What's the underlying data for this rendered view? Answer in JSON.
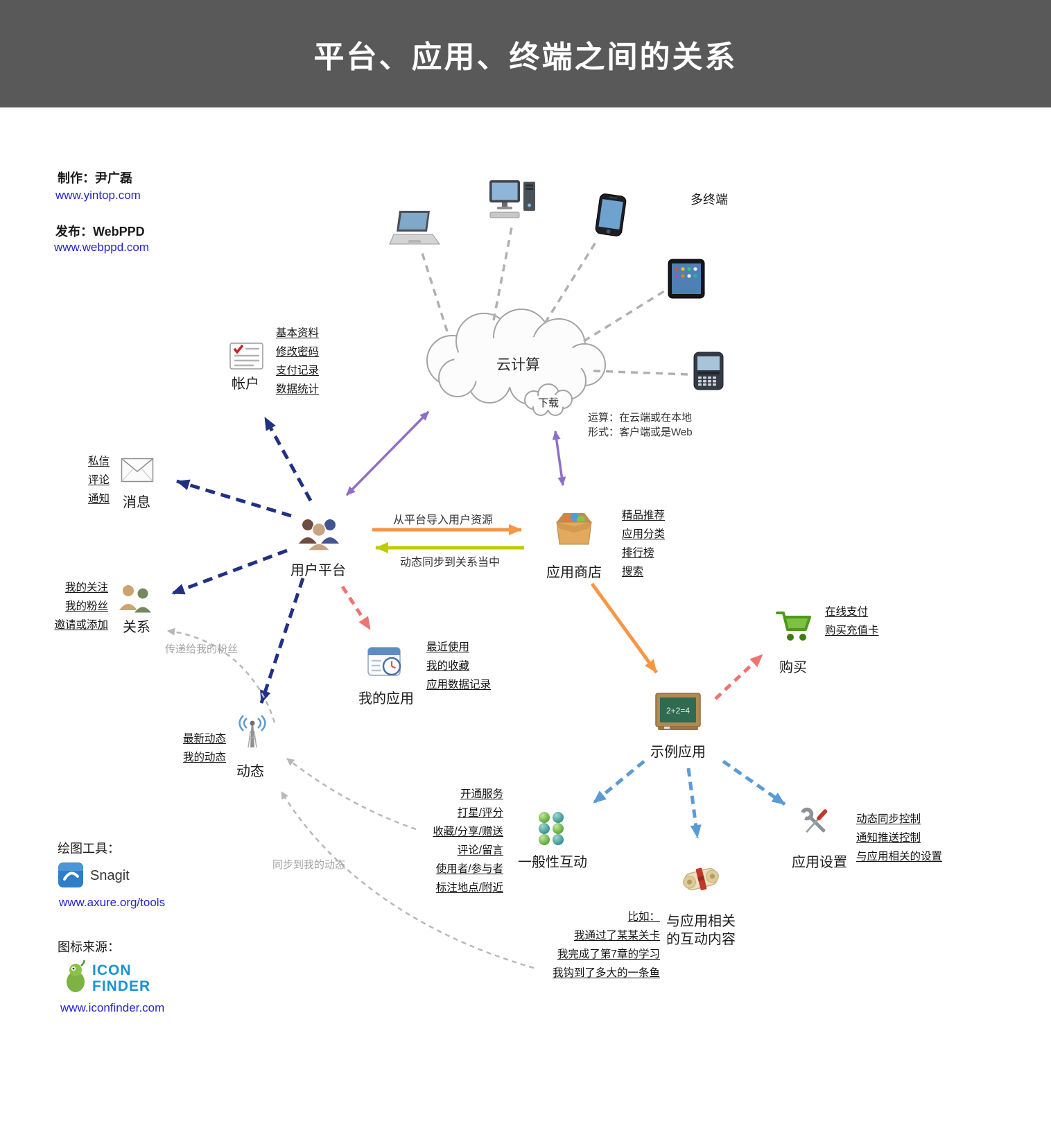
{
  "title": "平台、应用、终端之间的关系",
  "credits": {
    "made_by": "制作：尹广磊",
    "made_by_url": "www.yintop.com",
    "published_by": "发布：WebPPD",
    "published_by_url": "www.webppd.com"
  },
  "terminals_label": "多终端",
  "cloud": {
    "label": "云计算",
    "download_label": "下载",
    "note1": "运算：在云端或在本地",
    "note2": "形式：客户端或是Web"
  },
  "nodes": {
    "account": {
      "label": "帐户",
      "links": [
        "基本资料",
        "修改密码",
        "支付记录",
        "数据统计"
      ]
    },
    "messages": {
      "label": "消息",
      "links": [
        "私信",
        "评论",
        "通知"
      ]
    },
    "user_platform": {
      "label": "用户平台"
    },
    "app_store": {
      "label": "应用商店",
      "links": [
        "精品推荐",
        "应用分类",
        "排行榜",
        "搜索"
      ]
    },
    "relations": {
      "label": "关系",
      "links": [
        "我的关注",
        "我的粉丝",
        "邀请或添加"
      ]
    },
    "my_apps": {
      "label": "我的应用",
      "links": [
        "最近使用",
        "我的收藏",
        "应用数据记录"
      ]
    },
    "feed": {
      "label": "动态",
      "links": [
        "最新动态",
        "我的动态"
      ]
    },
    "purchase": {
      "label": "购买",
      "links": [
        "在线支付",
        "购买充值卡"
      ]
    },
    "example_app": {
      "label": "示例应用",
      "icon_text": "2+2=4"
    },
    "general_interaction": {
      "label": "一般性互动",
      "links": [
        "开通服务",
        "打星/评分",
        "收藏/分享/赠送",
        "评论/留言",
        "使用者/参与者",
        "标注地点/附近"
      ]
    },
    "app_interaction": {
      "label1": "与应用相关",
      "label2": "的互动内容",
      "links": [
        "比如：",
        "我通过了某某关卡",
        "我完成了第7章的学习",
        "我钩到了多大的一条鱼"
      ]
    },
    "app_settings": {
      "label": "应用设置",
      "links": [
        "动态同步控制",
        "通知推送控制",
        "与应用相关的设置"
      ]
    }
  },
  "flows": {
    "import_users": "从平台导入用户资源",
    "sync_to_relations": "动态同步到关系当中",
    "pass_to_fans": "传递给我的粉丝",
    "sync_to_feed": "同步到我的动态"
  },
  "footer": {
    "tools_label": "绘图工具：",
    "tool_name": "Snagit",
    "tools_url": "www.axure.org/tools",
    "icons_label": "图标来源：",
    "icons_brand_top": "ICON",
    "icons_brand_bottom": "FINDER",
    "icons_url": "www.iconfinder.com"
  },
  "icons": {
    "account": "id-card-icon",
    "messages": "envelope-icon",
    "user_platform": "people-group-icon",
    "app_store": "open-box-icon",
    "relations": "two-people-icon",
    "my_apps": "clock-card-icon",
    "feed": "antenna-icon",
    "purchase": "shopping-cart-icon",
    "example_app": "chalkboard-icon",
    "general_interaction": "spheres-cluster-icon",
    "app_interaction": "scroll-icon",
    "app_settings": "tools-icon"
  },
  "colors": {
    "header_bg": "#595959",
    "navy": "#203185",
    "purple": "#8e6fc8",
    "orange": "#f79646",
    "yellow_green": "#bfcc00",
    "pink": "#ee7474",
    "blue": "#5b9bd5",
    "gray_dash": "#b8b8b8",
    "link_blue": "#2424d6"
  }
}
